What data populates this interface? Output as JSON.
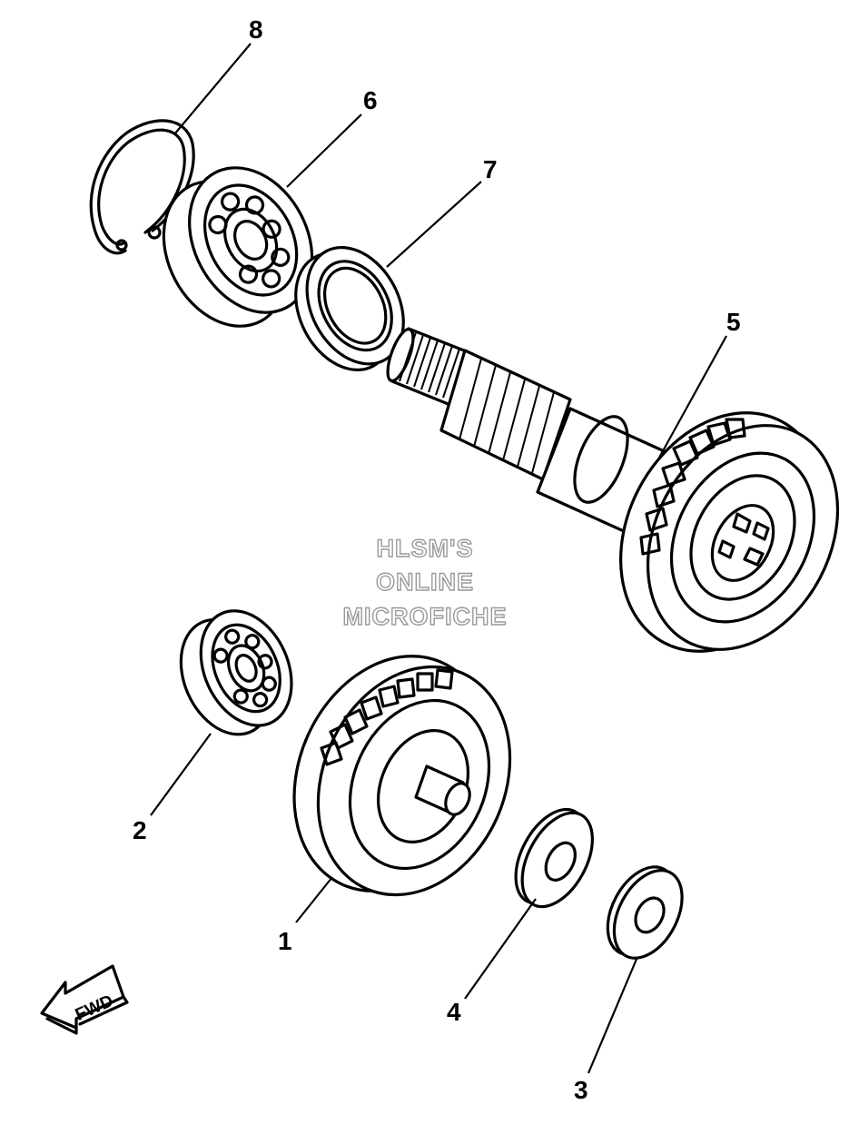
{
  "callouts": [
    {
      "id": "1",
      "label": "1"
    },
    {
      "id": "2",
      "label": "2"
    },
    {
      "id": "3",
      "label": "3"
    },
    {
      "id": "4",
      "label": "4"
    },
    {
      "id": "5",
      "label": "5"
    },
    {
      "id": "6",
      "label": "6"
    },
    {
      "id": "7",
      "label": "7"
    },
    {
      "id": "8",
      "label": "8"
    }
  ],
  "watermark": {
    "line1": "HLSM'S",
    "line2": "ONLINE",
    "line3": "MICROFICHE"
  },
  "direction_arrow": {
    "label": "FWD"
  },
  "colors": {
    "ink": "#000000",
    "background": "#ffffff",
    "watermark_outline": "#9a9a9a"
  }
}
